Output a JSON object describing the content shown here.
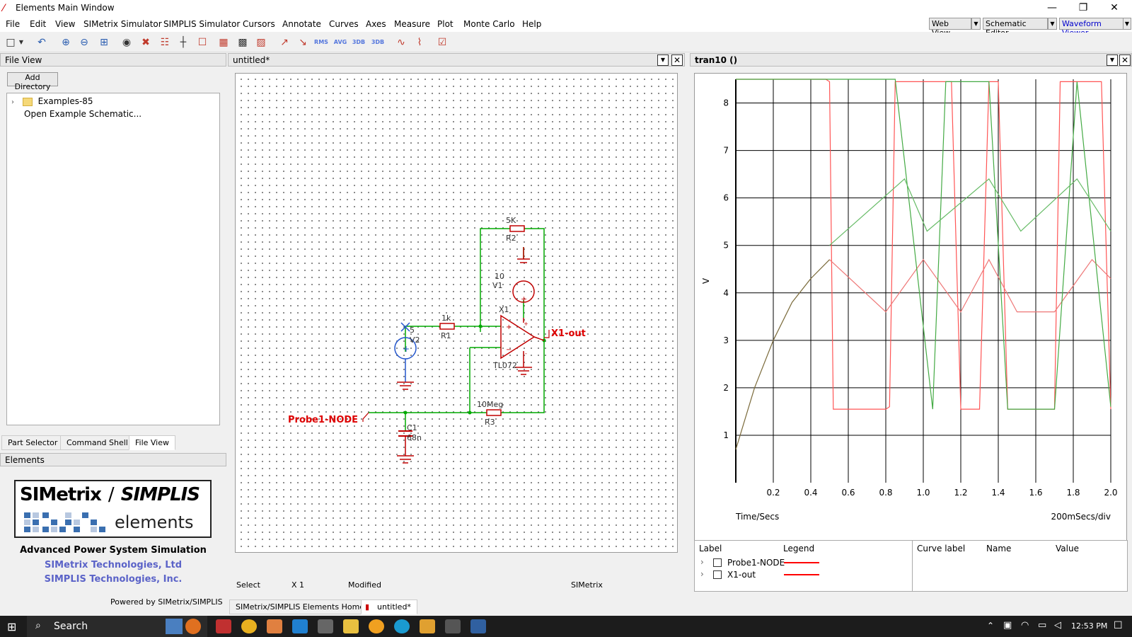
{
  "window": {
    "title": "Elements Main Window"
  },
  "menu": [
    "File",
    "Edit",
    "View",
    "SIMetrix Simulator",
    "SIMPLIS Simulator",
    "Cursors",
    "Annotate",
    "Curves",
    "Axes",
    "Measure",
    "Plot",
    "Monte Carlo",
    "Help"
  ],
  "view_buttons": {
    "web": "Web View",
    "schematic": "Schematic Editor",
    "waveform": "Waveform Viewer"
  },
  "toolbar": {
    "new_icon": "new-file-icon",
    "open_icon": "dropdown-icon",
    "labels": [
      "RMS",
      "AVG",
      "3DB",
      "3DB"
    ]
  },
  "file_view": {
    "header": "File View",
    "add_directory": "Add Directory",
    "tree": [
      {
        "label": "Examples-85",
        "icon": "folder-icon",
        "expandable": true
      },
      {
        "label": "Open Example Schematic...",
        "expandable": false
      }
    ],
    "tabs": [
      "Part Selector",
      "Command Shell",
      "File View"
    ],
    "selected_tab": "File View"
  },
  "elements_panel": {
    "header": "Elements",
    "logo_left": "SIMetrix",
    "logo_slash": "/",
    "logo_right": "SIMPLIS",
    "logo_sub": "elements",
    "tagline": "Advanced Power System Simulation",
    "company1": "SIMetrix Technologies, Ltd",
    "company2": "SIMPLIS Technologies, Inc.",
    "powered": "Powered by SIMetrix/SIMPLIS"
  },
  "schematic": {
    "tab_title": "untitled*",
    "labels": {
      "r2_value": "5K",
      "r2_name": "R2",
      "v1_value": "10",
      "v1_name": "V1",
      "x1_name": "X1",
      "x1_model": "TL072",
      "r1_value": "1k",
      "r1_name": "R1",
      "v2_value": "5",
      "v2_name": "V2",
      "r3_value": "10Meg",
      "r3_name": "R3",
      "c1_name": "C1",
      "c1_value": "68n",
      "probe_x1": "X1-out",
      "probe_node": "Probe1-NODE"
    },
    "status": {
      "mode": "Select",
      "zoom": "X 1",
      "state": "Modified",
      "sim": "SIMetrix"
    },
    "bottom_tabs": [
      "SIMetrix/SIMPLIS Elements Home",
      "untitled*"
    ]
  },
  "waveform": {
    "title": "tran10 ()",
    "legend_headers": [
      "Label",
      "Legend",
      "Curve label",
      "Name",
      "Value"
    ],
    "legend_rows": [
      {
        "label": "Probe1-NODE",
        "color": "#ff0000"
      },
      {
        "label": "X1-out",
        "color": "#ff0000"
      }
    ]
  },
  "chart_data": {
    "type": "line",
    "title": "",
    "xlabel": "Time/Secs",
    "ylabel": "V",
    "xdiv_label": "200mSecs/div",
    "xlim": [
      0,
      2.0
    ],
    "ylim": [
      0,
      8.5
    ],
    "xticks": [
      "0.2",
      "0.4",
      "0.6",
      "0.8",
      "1.0",
      "1.2",
      "1.4",
      "1.6",
      "1.8",
      "2.0"
    ],
    "yticks": [
      "1",
      "2",
      "3",
      "4",
      "5",
      "6",
      "7",
      "8"
    ],
    "grid": true,
    "series": [
      {
        "color": "#ff5555",
        "x": [
          0,
          0.48,
          0.5,
          0.52,
          0.8,
          0.82,
          0.85,
          1.0,
          1.15,
          1.2,
          1.3,
          1.35,
          1.4,
          1.45,
          1.7,
          1.73,
          1.75,
          1.95,
          2.0
        ],
        "values": [
          8.5,
          8.5,
          8.45,
          1.55,
          1.55,
          1.6,
          8.45,
          8.45,
          8.45,
          1.55,
          1.55,
          8.45,
          8.45,
          1.55,
          1.55,
          8.45,
          8.45,
          8.45,
          1.55
        ]
      },
      {
        "color": "#ee7777",
        "x": [
          0.5,
          0.8,
          1.0,
          1.2,
          1.35,
          1.5,
          1.7,
          1.9,
          2.0
        ],
        "values": [
          4.7,
          3.6,
          4.7,
          3.6,
          4.7,
          3.6,
          3.6,
          4.7,
          4.3
        ]
      },
      {
        "color": "#44aa44",
        "x": [
          0,
          0.48,
          0.52,
          0.85,
          1.05,
          1.12,
          1.35,
          1.45,
          1.7,
          1.82,
          2.0
        ],
        "values": [
          8.5,
          8.5,
          8.5,
          8.5,
          1.55,
          8.45,
          8.45,
          1.55,
          1.55,
          8.45,
          1.6
        ]
      },
      {
        "color": "#66bb66",
        "x": [
          0.5,
          0.9,
          1.02,
          1.35,
          1.52,
          1.82,
          2.0
        ],
        "values": [
          5.0,
          6.4,
          5.3,
          6.4,
          5.3,
          6.4,
          5.3
        ]
      },
      {
        "color": "#7a6a3a",
        "x": [
          0,
          0.1,
          0.2,
          0.3,
          0.4,
          0.5
        ],
        "values": [
          0.7,
          2.0,
          3.0,
          3.8,
          4.3,
          4.7
        ]
      }
    ]
  },
  "taskbar": {
    "search": "Search",
    "time": "12:53 PM"
  }
}
